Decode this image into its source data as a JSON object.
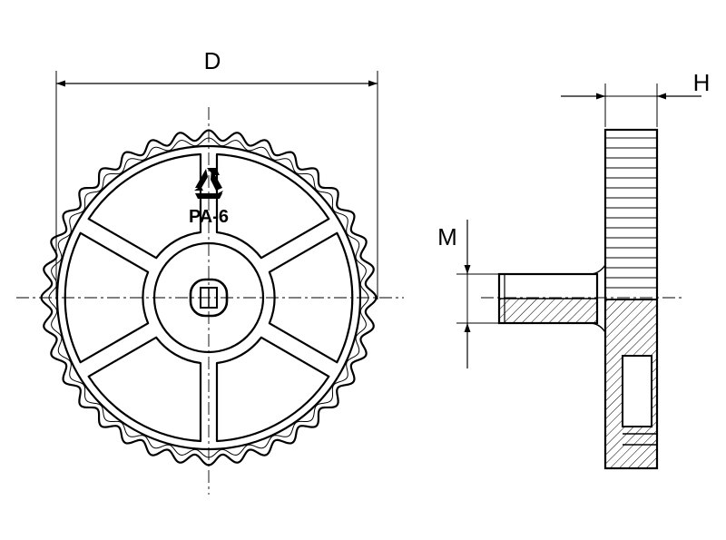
{
  "dimensions": {
    "diameter_label": "D",
    "height_label": "H",
    "thread_label": "M"
  },
  "material_mark": {
    "text": "PA-6",
    "icon": "recycling-icon"
  },
  "colors": {
    "line": "#000000",
    "background": "#ffffff"
  }
}
